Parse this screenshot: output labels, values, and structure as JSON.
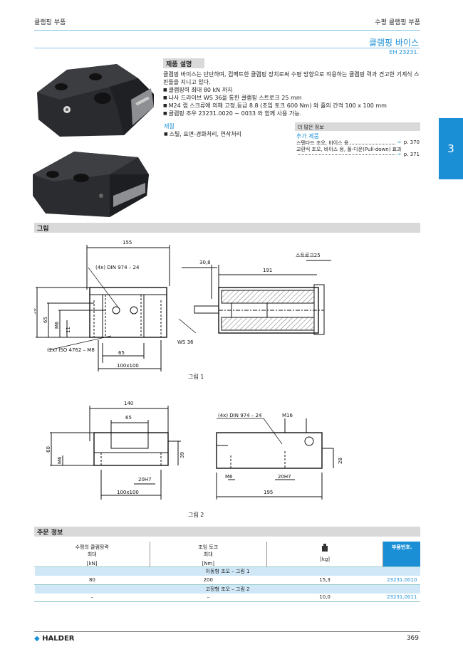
{
  "header": {
    "left": "클램핑 부품",
    "right": "수평 클램핑 부품",
    "title": "클램핑 바이스",
    "code": "EH 23231."
  },
  "side_tab": "3",
  "description": {
    "heading": "제품 설명",
    "intro": "클램핑 바이스는 단단하며, 컴팩트한 클램핑 장치로써 수평 방향으로 작용하는 클램핑 력과 견고한 기계식 스핀들을 지니고 있다.",
    "bullets": [
      "클램핑력 최대 80 kN 까지",
      "나사 드라이브 WS 36을 통한 클램핑 스트로크 25 mm",
      "M24 캡 스크류에 의해 고정,등급 8.8 (조임 토크 600 Nm) 와 홀의 간격 100 x 100 mm",
      "클램핑 조우 23231.0020 ~ 0033 와 함께 사용 가능."
    ]
  },
  "material": {
    "heading": "재질",
    "text": "스틸, 표면-경화처리, 연삭처리"
  },
  "more_info": {
    "heading": "더 많은 정보",
    "sub": "추가 제품",
    "rows": [
      {
        "text": "스탠다드 조오, 바이스 용",
        "page": "p. 370"
      },
      {
        "text": "교환식 조오, 바이스 용, 풀-다운(Pull-down) 효과",
        "page": "p. 371"
      }
    ]
  },
  "figures": {
    "section": "그림",
    "fig1": "그림 1",
    "fig2": "그림 2",
    "f1_dims": {
      "d155": "155",
      "d90": "90",
      "d65v": "65",
      "dM6": "M6",
      "d11": "11",
      "din": "(4x) DIN 974 – 24",
      "iso": "(2x) ISO 4762 – M8",
      "d65h": "65",
      "d100": "100x100",
      "d30": "30,8",
      "d191": "191",
      "stroke": "스트로크25",
      "ws": "WS 36"
    },
    "f2_dims": {
      "d140": "140",
      "d65": "65",
      "d60": "60",
      "dM6": "M6",
      "d39": "39",
      "d20h7": "20H7",
      "d100": "100x100",
      "din": "(4x) DIN 974 – 24",
      "dM16": "M16",
      "d28": "28",
      "dM6b": "M6",
      "d20h7b": "20H7",
      "d195": "195"
    }
  },
  "order": {
    "section": "주문 정보",
    "columns": [
      {
        "l1": "수평의 클램핑력",
        "l2": "최대",
        "unit": "[kN]"
      },
      {
        "l1": "조임 토크",
        "l2": "최대",
        "unit": "[Nm]"
      },
      {
        "l1": "",
        "l2": "",
        "unit": "[kg]"
      },
      {
        "l1": "부품번호.",
        "l2": "",
        "unit": ""
      }
    ],
    "groups": [
      {
        "label": "이동형 조오 – 그림 1",
        "row": [
          "80",
          "200",
          "15,3",
          "23231.0010"
        ]
      },
      {
        "label": "고정형 조오 – 그림 2",
        "row": [
          "–",
          "–",
          "10,0",
          "23231.0011"
        ]
      }
    ]
  },
  "footer": {
    "logo": "HALDER",
    "page": "369"
  },
  "colors": {
    "accent": "#1b8fd6",
    "group_row": "#cfe7f6",
    "section_bar": "#d9d9d9"
  }
}
